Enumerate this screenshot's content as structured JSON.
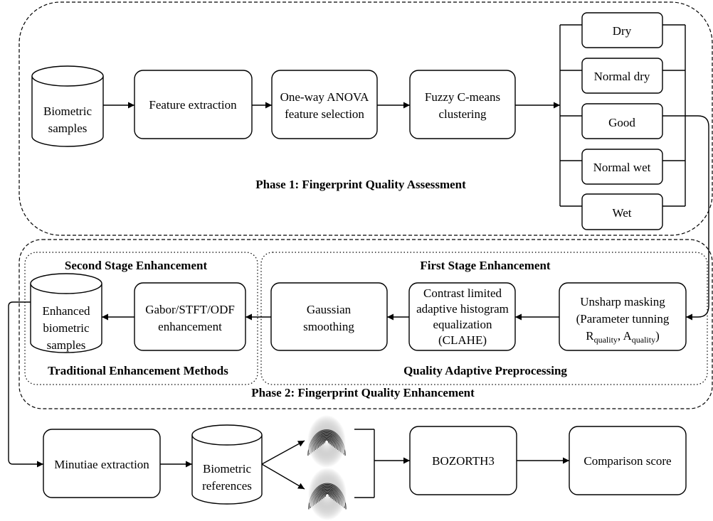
{
  "phase1": {
    "title": "Phase 1: Fingerprint Quality Assessment",
    "samples": [
      "Biometric",
      "samples"
    ],
    "feature_extraction": "Feature extraction",
    "anova": [
      "One-way ANOVA",
      "feature selection"
    ],
    "fuzzy": [
      "Fuzzy C-means",
      "clustering"
    ],
    "classes": [
      "Dry",
      "Normal dry",
      "Good",
      "Normal wet",
      "Wet"
    ]
  },
  "phase2": {
    "title": "Phase 2: Fingerprint Quality Enhancement",
    "second_stage": {
      "title": "Second Stage Enhancement",
      "subtitle": "Traditional Enhancement Methods",
      "enhanced": [
        "Enhanced",
        "biometric",
        "samples"
      ],
      "gabor": [
        "Gabor/STFT/ODF",
        "enhancement"
      ]
    },
    "first_stage": {
      "title": "First Stage Enhancement",
      "subtitle": "Quality Adaptive Preprocessing",
      "gaussian": [
        "Gaussian",
        "smoothing"
      ],
      "clahe": [
        "Contrast limited",
        "adaptive histogram",
        "equalization",
        "(CLAHE)"
      ],
      "unsharp": [
        "Unsharp masking",
        "(Parameter tunning"
      ],
      "unsharp_params": {
        "r": "R",
        "r_sub": "quality",
        "sep": ", ",
        "a": "A",
        "a_sub": "quality",
        "close": ")"
      }
    }
  },
  "matching": {
    "minutiae": "Minutiae extraction",
    "references": [
      "Biometric",
      "references"
    ],
    "bozorth": "BOZORTH3",
    "score": "Comparison score"
  }
}
